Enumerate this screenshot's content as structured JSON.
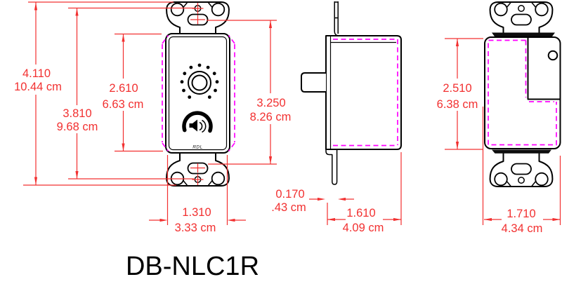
{
  "title": "DB-NLC1R",
  "brand_label": "RDL",
  "colors": {
    "dimension_red": "#f23030",
    "hidden_magenta": "#ff00ff",
    "outline_black": "#000000",
    "background": "#ffffff"
  },
  "dimensions": {
    "overall_height": {
      "inches": "4.110",
      "cm": "10.44 cm"
    },
    "mount_hole_spacing": {
      "inches": "3.810",
      "cm": "9.68 cm"
    },
    "insert_height": {
      "inches": "2.610",
      "cm": "6.63 cm"
    },
    "slot_spacing": {
      "inches": "3.250",
      "cm": "8.26 cm"
    },
    "insert_width": {
      "inches": "1.310",
      "cm": "3.33 cm"
    },
    "flange_thickness": {
      "inches": "0.170",
      "cm": ".43 cm"
    },
    "depth": {
      "inches": "1.610",
      "cm": "4.09 cm"
    },
    "rear_box_height": {
      "inches": "2.510",
      "cm": "6.38 cm"
    },
    "rear_box_width": {
      "inches": "1.710",
      "cm": "4.34 cm"
    }
  }
}
